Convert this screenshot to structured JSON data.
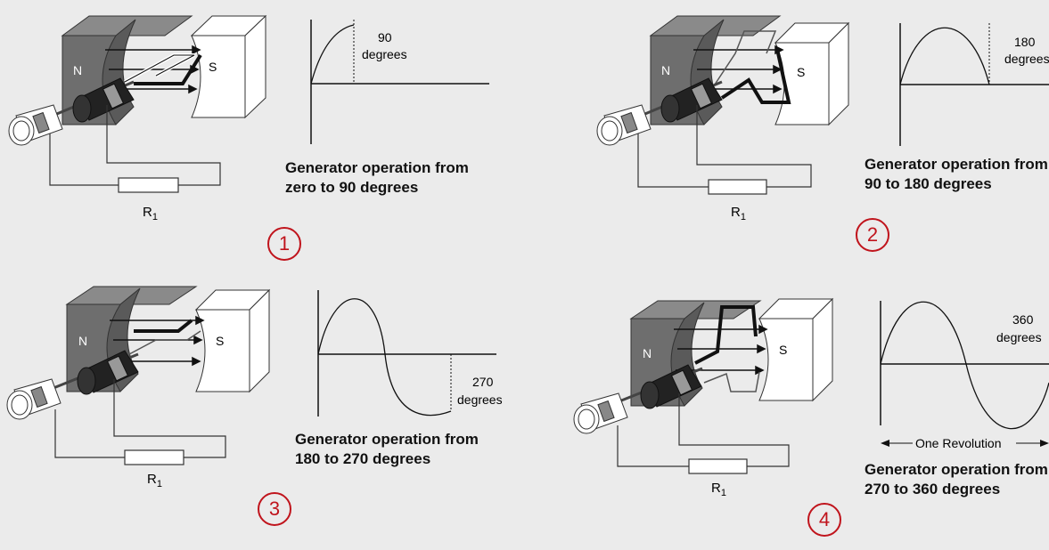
{
  "panels": [
    {
      "badge": "1",
      "north_label": "N",
      "south_label": "S",
      "resistor_label": "R",
      "resistor_sub": "1",
      "graph_label_line1": "90",
      "graph_label_line2": "degrees",
      "caption_line1": "Generator operation from",
      "caption_line2": "zero to 90 degrees"
    },
    {
      "badge": "2",
      "north_label": "N",
      "south_label": "S",
      "resistor_label": "R",
      "resistor_sub": "1",
      "graph_label_line1": "180",
      "graph_label_line2": "degrees",
      "caption_line1": "Generator operation from",
      "caption_line2": "90 to 180 degrees"
    },
    {
      "badge": "3",
      "north_label": "N",
      "south_label": "S",
      "resistor_label": "R",
      "resistor_sub": "1",
      "graph_label_line1": "270",
      "graph_label_line2": "degrees",
      "caption_line1": "Generator operation from",
      "caption_line2": "180 to 270 degrees"
    },
    {
      "badge": "4",
      "north_label": "N",
      "south_label": "S",
      "resistor_label": "R",
      "resistor_sub": "1",
      "graph_label_line1": "360",
      "graph_label_line2": "degrees",
      "revolution_label": "One Revolution",
      "caption_line1": "Generator operation from",
      "caption_line2": "270 to 360 degrees"
    }
  ],
  "colors": {
    "badge": "#c0141c",
    "magnet_north": "#6e6e6e",
    "background": "#ebebeb"
  }
}
